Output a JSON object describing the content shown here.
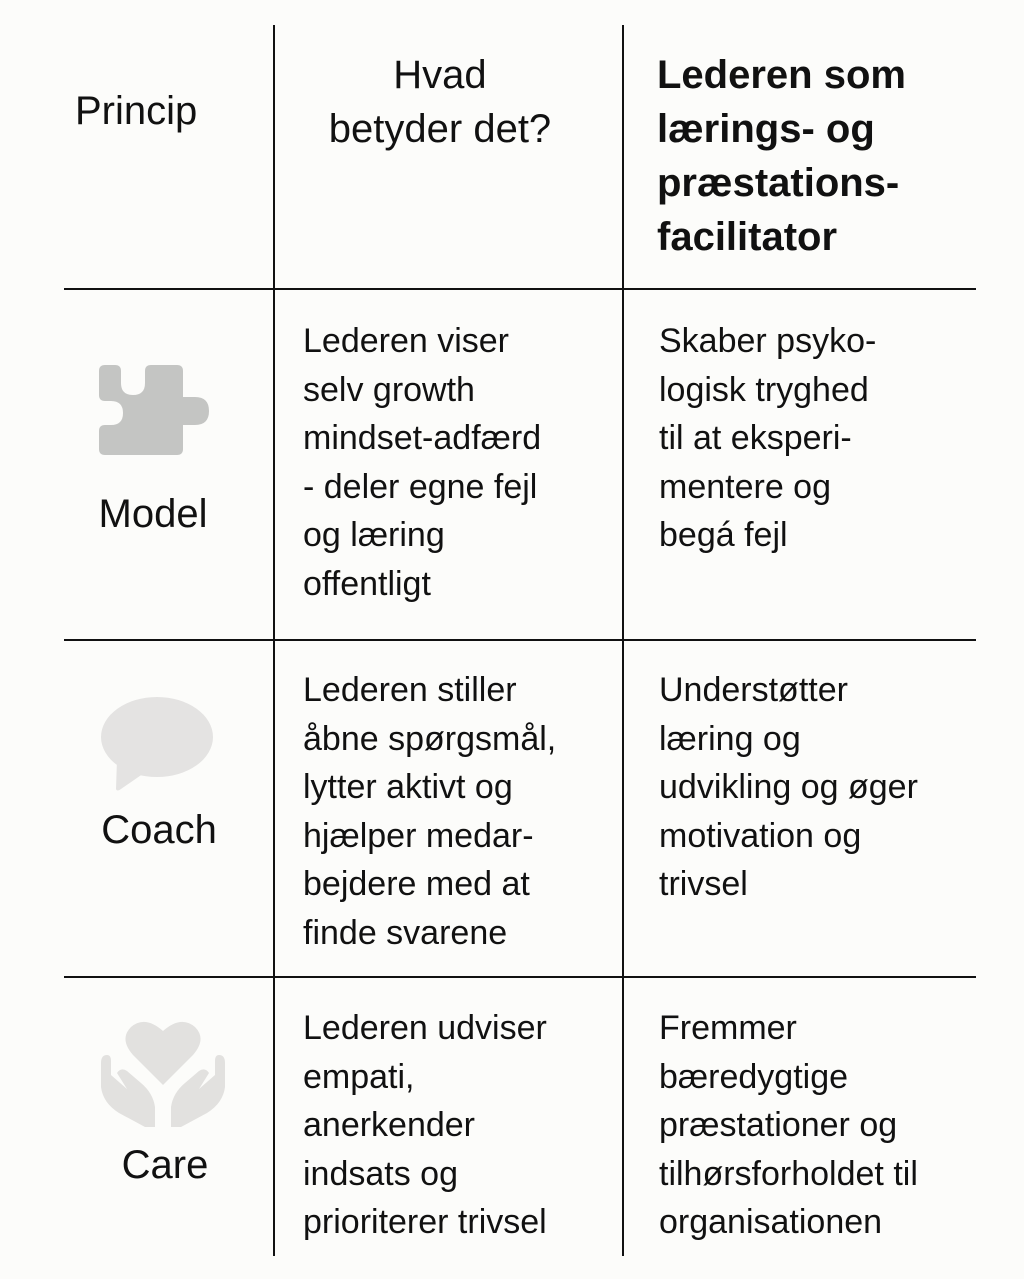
{
  "table": {
    "headers": {
      "principle": "Princip",
      "meaning": "Hvad\nbetyder det?",
      "facilitator": "Lederen som\nlærings- og\npræstations-\nfacilitator"
    },
    "rows": [
      {
        "principle": "Model",
        "icon": "puzzle-piece-icon",
        "icon_color": "#c4c5c3",
        "meaning": "Lederen viser\nselv growth\nmindset-adfærd\n- deler egne fejl\nog læring\noffentligt",
        "facilitator": "Skaber psyko-\nlogisk tryghed\ntil at eksperi-\nmentere og\nbegá fejl"
      },
      {
        "principle": "Coach",
        "icon": "speech-bubble-icon",
        "icon_color": "#e4e3e2",
        "meaning": "Lederen stiller\nåbne spørgsmål,\nlytter aktivt og\nhjælper medar-\nbejdere med at\nfinde svarene",
        "facilitator": "Understøtter\nlæring og\nudvikling og øger\nmotivation og\ntrivsel"
      },
      {
        "principle": "Care",
        "icon": "heart-hands-icon",
        "icon_color": "#e2e1df",
        "meaning": "Lederen udviser\nempati,\nanerkender\nindsats og\nprioriterer trivsel",
        "facilitator": "Fremmer\nbæredygtige\npræstationer og\ntilhørsforholdet til\norganisationen"
      }
    ]
  },
  "colors": {
    "background": "#fcfcfa",
    "lines": "#111111",
    "text": "#111111"
  }
}
